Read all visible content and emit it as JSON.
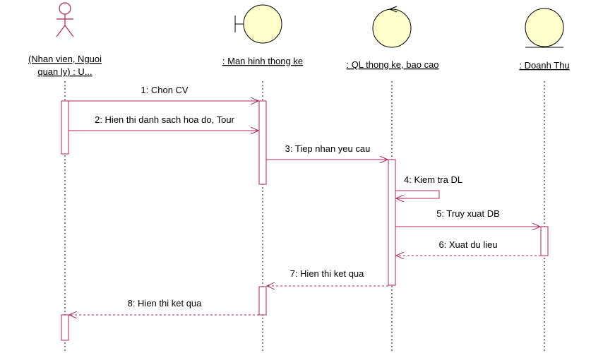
{
  "colors": {
    "message": "#b0205a",
    "lifeline": "#000000",
    "activation_fill": "#ffffff",
    "activation_stroke": "#b0205a",
    "object_fill": "#ffffcc",
    "object_stroke": "#000000"
  },
  "participants": [
    {
      "id": "actor",
      "icon": "actor-icon",
      "label_lines": [
        "(Nhan vien, Nguoi",
        "quan ly) : U..."
      ]
    },
    {
      "id": "boundary",
      "icon": "boundary-icon",
      "label_lines": [
        ": Man hinh thong ke"
      ]
    },
    {
      "id": "control",
      "icon": "control-icon",
      "label_lines": [
        ": QL thong ke, bao cao"
      ]
    },
    {
      "id": "entity",
      "icon": "entity-icon",
      "label_lines": [
        ": Doanh Thu"
      ]
    }
  ],
  "messages": [
    {
      "label": "1: Chon CV",
      "from": "actor",
      "to": "boundary",
      "kind": "sync"
    },
    {
      "label": "2: Hien thi danh sach hoa do, Tour",
      "from": "actor",
      "to": "boundary",
      "kind": "sync"
    },
    {
      "label": "3: Tiep nhan yeu cau",
      "from": "boundary",
      "to": "control",
      "kind": "sync"
    },
    {
      "label": "4: Kiem tra DL",
      "from": "control",
      "to": "control",
      "kind": "self"
    },
    {
      "label": "5: Truy xuat DB",
      "from": "control",
      "to": "entity",
      "kind": "sync"
    },
    {
      "label": "6: Xuat du lieu",
      "from": "entity",
      "to": "control",
      "kind": "return"
    },
    {
      "label": "7: Hien thi ket qua",
      "from": "control",
      "to": "boundary",
      "kind": "return"
    },
    {
      "label": "8: Hien thi ket qua",
      "from": "boundary",
      "to": "actor",
      "kind": "return"
    }
  ]
}
